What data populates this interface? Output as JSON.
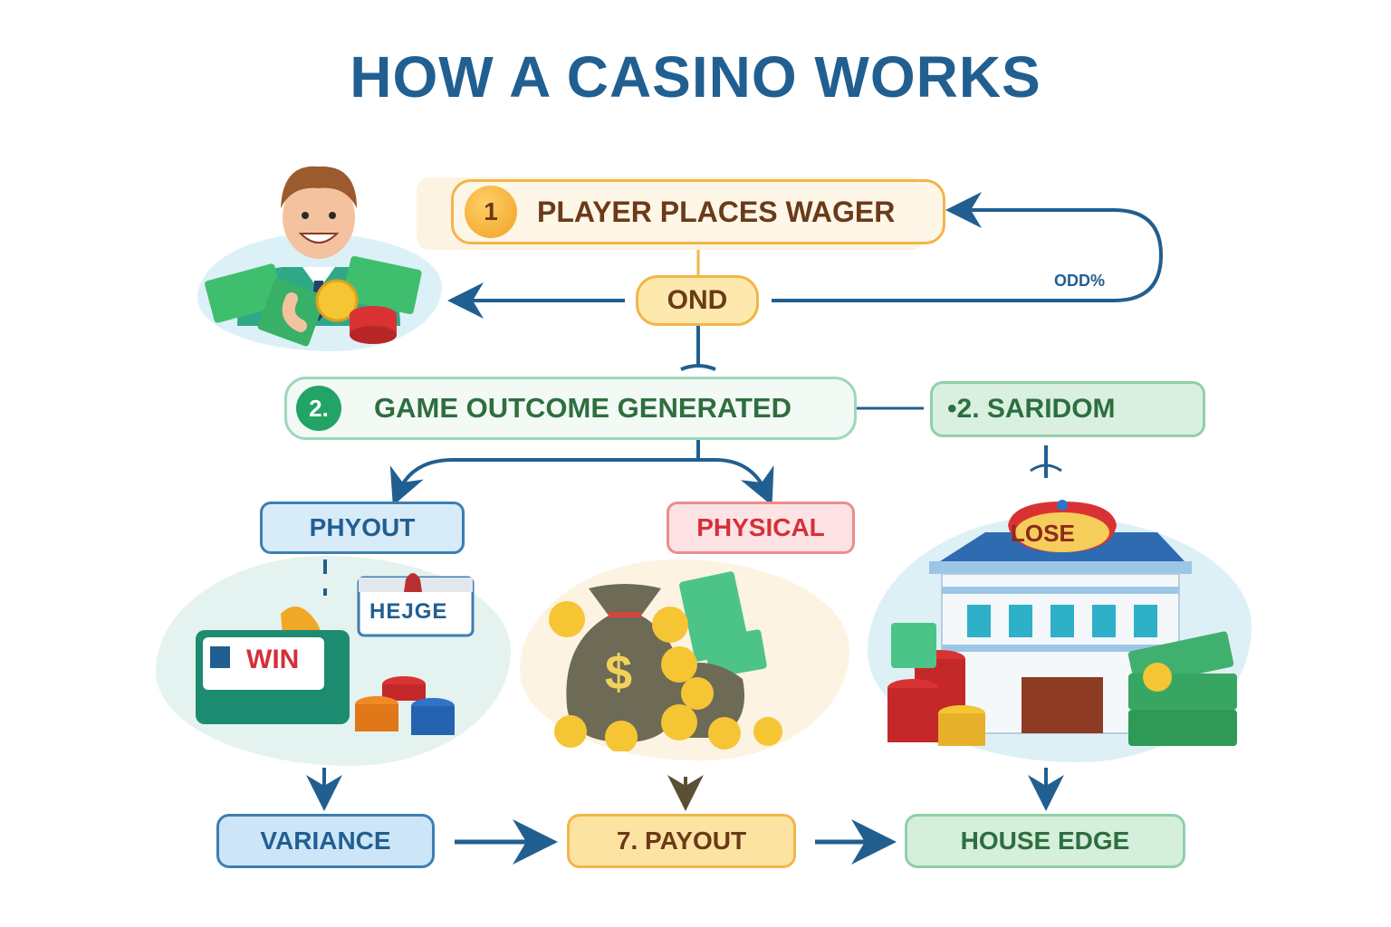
{
  "title": "HOW A CASINO WORKS",
  "flow": {
    "step1": {
      "number": "1",
      "label": "PLAYER PLACES WAGER"
    },
    "ond": {
      "label": "OND"
    },
    "loop": {
      "label": "ODD%"
    },
    "step2": {
      "number": "2.",
      "label": "GAME OUTCOME GENERATED"
    },
    "side_step": {
      "label": "•2.  SARIDOM"
    },
    "branch_left": {
      "label": "PHYOUT"
    },
    "branch_middle": {
      "label": "PHYSICAL"
    },
    "bottom": [
      {
        "label": "VARIANCE"
      },
      {
        "label": "7. PAYOUT"
      },
      {
        "label": "HOUSE EDGE"
      }
    ]
  },
  "illustrations": {
    "player": {
      "icon": "player-with-money-icon"
    },
    "left": {
      "screen_text": "WIN",
      "sign_text": "HEJGE",
      "icon": "slot-machine-chips-icon"
    },
    "middle": {
      "symbol": "$",
      "icon": "money-bags-coins-icon"
    },
    "right": {
      "sign_text": "LOSE",
      "icon": "casino-building-icon"
    }
  },
  "colors": {
    "title": "#215f91",
    "arrow": "#215f91",
    "orange": "#f3b54a",
    "green": "#21a465",
    "red": "#d4303a"
  }
}
